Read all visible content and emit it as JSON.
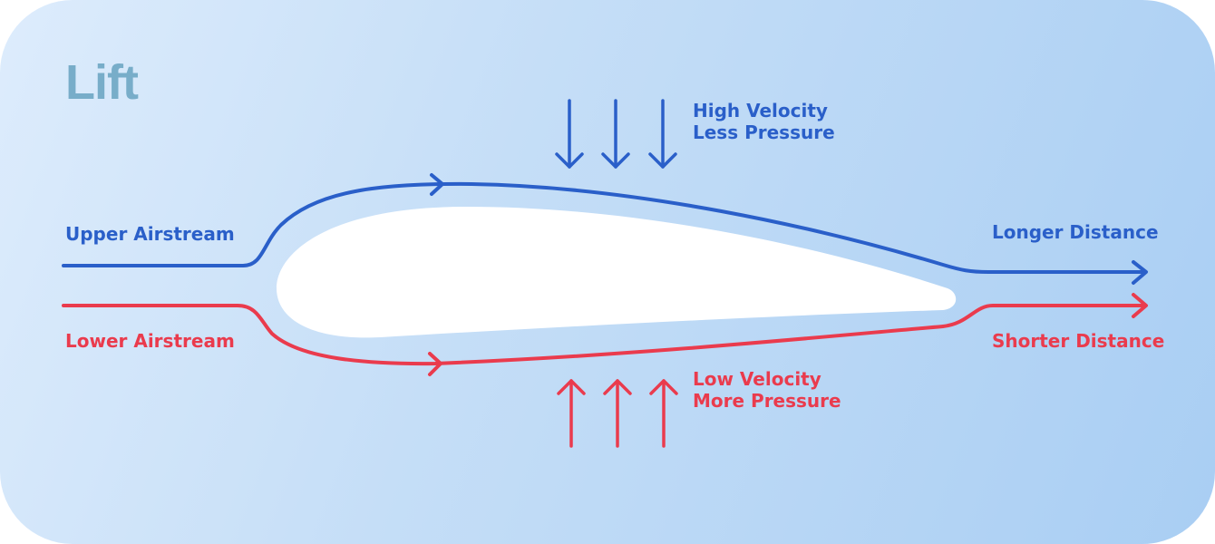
{
  "title": "Lift",
  "labels": {
    "upper_airstream": "Upper Airstream",
    "lower_airstream": "Lower Airstream",
    "high_velocity": "High Velocity",
    "less_pressure": "Less Pressure",
    "low_velocity": "Low Velocity",
    "more_pressure": "More Pressure",
    "longer_distance": "Longer Distance",
    "shorter_distance": "Shorter Distance"
  },
  "colors": {
    "upper": "#2a5fc9",
    "lower": "#ea3b4d",
    "title": "#78adc9",
    "airfoil": "#ffffff"
  }
}
